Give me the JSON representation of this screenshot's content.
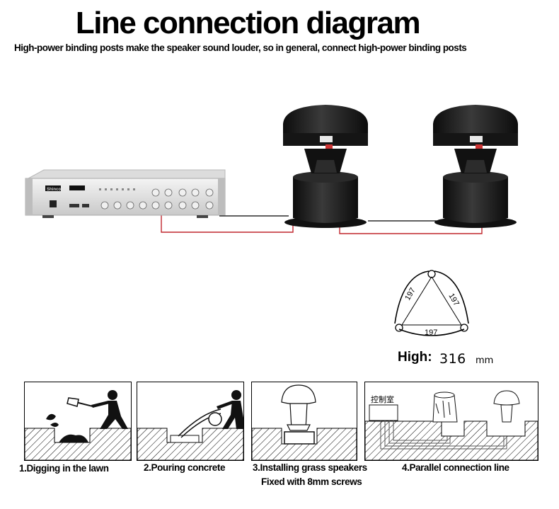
{
  "header": {
    "title": "Line connection diagram",
    "subtitle": "High-power binding posts make the speaker sound louder, so in general, connect high-power binding posts"
  },
  "amplifier": {
    "brand": "Shinco"
  },
  "dimensions": {
    "side_left": "197",
    "side_right": "197",
    "side_bottom": "197",
    "height_label": "High:",
    "height_value": "316",
    "height_unit": "mm"
  },
  "steps": [
    {
      "caption": "1.Digging in the lawn"
    },
    {
      "caption": "2.Pouring concrete"
    },
    {
      "caption": "3.Installing grass speakers",
      "caption2": "Fixed with 8mm screws"
    },
    {
      "caption": "4.Parallel connection line",
      "control_room": "控制室"
    }
  ],
  "colors": {
    "wire": "#c0262d",
    "speaker_body": "#1b1b1b",
    "amp_body": "#e2e2e2"
  }
}
